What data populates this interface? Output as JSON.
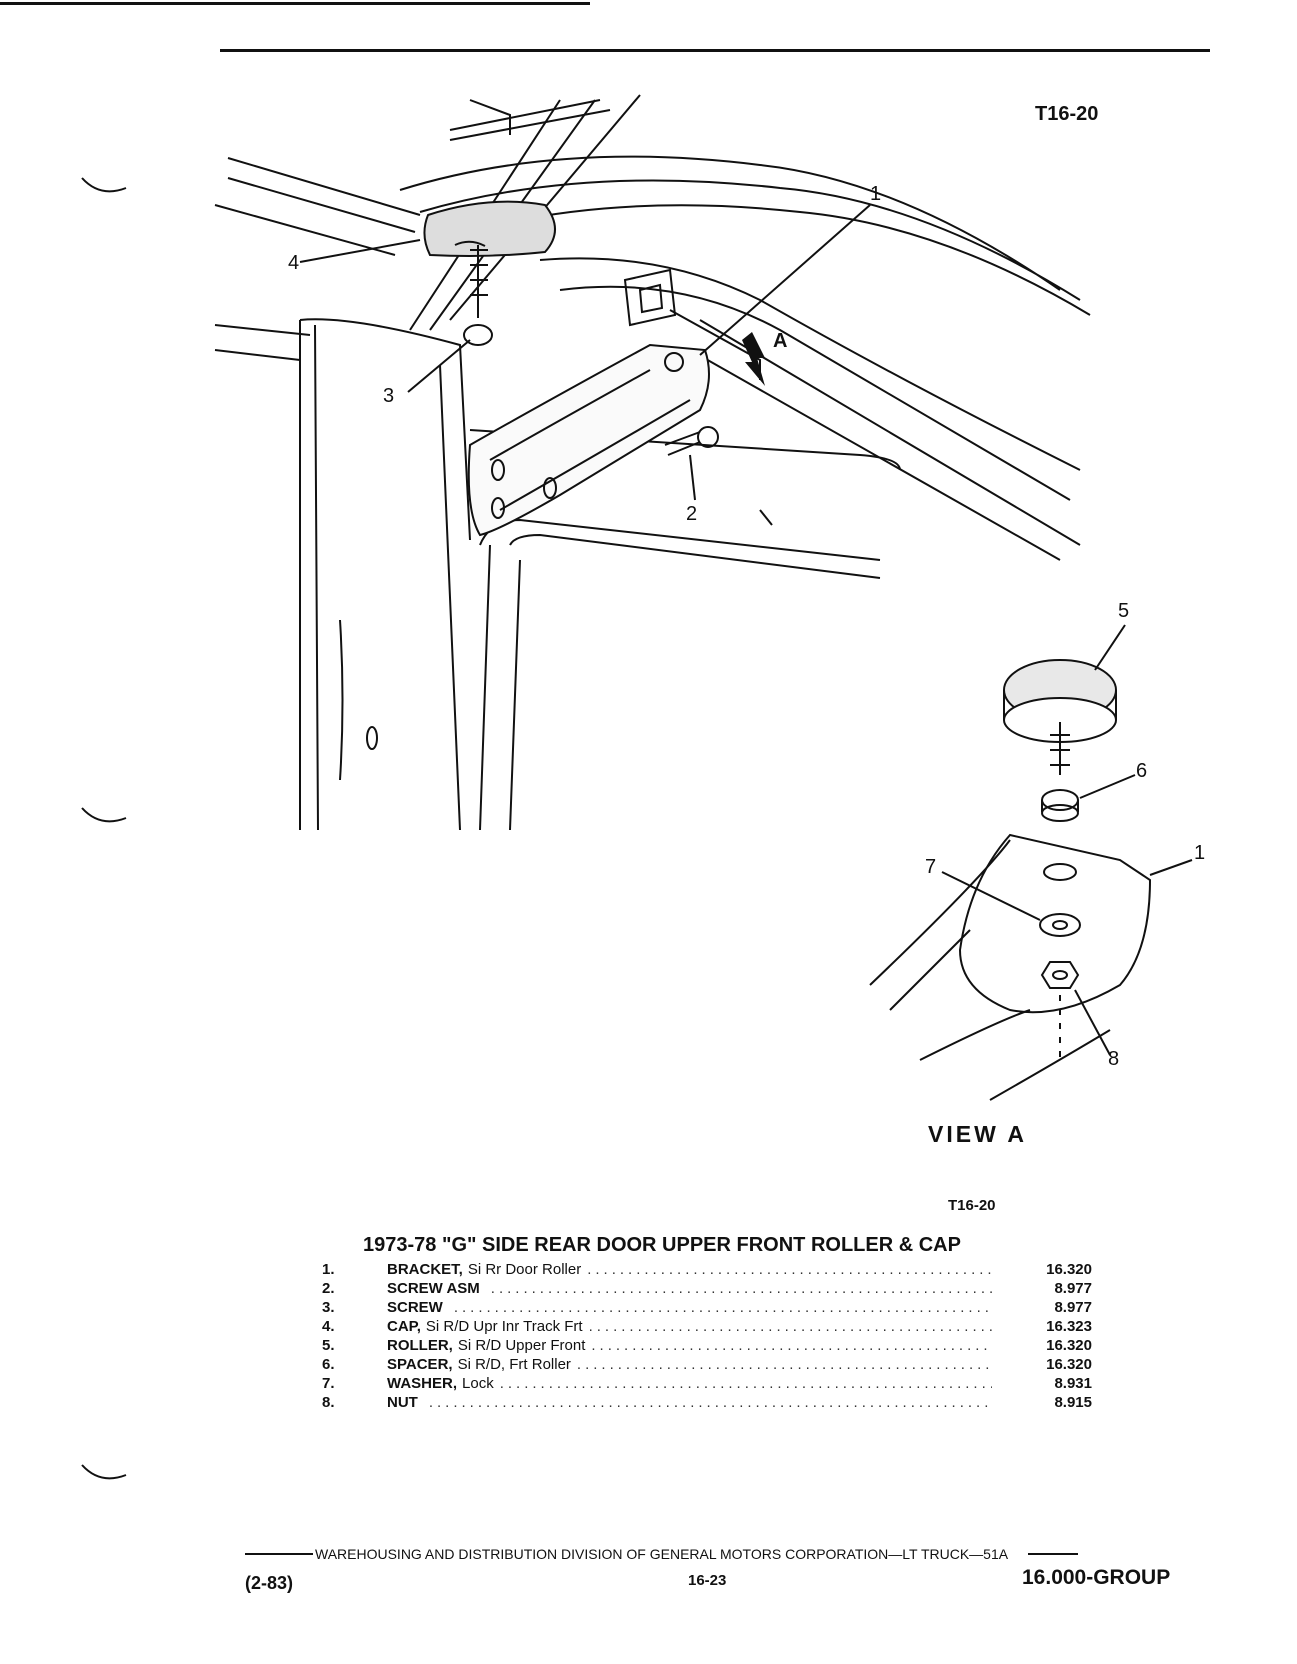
{
  "figure_ref_top": "T16-20",
  "figure_ref_bottom": "T16-20",
  "view_label": "VIEW A",
  "view_marker": "A",
  "callouts": [
    "1",
    "2",
    "3",
    "4",
    "5",
    "6",
    "1",
    "7",
    "8"
  ],
  "title": "1973-78 \"G\" SIDE REAR DOOR UPPER FRONT ROLLER & CAP",
  "parts": [
    {
      "num": "1.",
      "name": "BRACKET,",
      "qualifier": "Si Rr Door Roller",
      "group": "16.320"
    },
    {
      "num": "2.",
      "name": "SCREW ASM",
      "qualifier": "",
      "group": "8.977"
    },
    {
      "num": "3.",
      "name": "SCREW",
      "qualifier": "",
      "group": "8.977"
    },
    {
      "num": "4.",
      "name": "CAP,",
      "qualifier": "Si R/D Upr Inr Track Frt",
      "group": "16.323"
    },
    {
      "num": "5.",
      "name": "ROLLER,",
      "qualifier": "Si R/D Upper Front",
      "group": "16.320"
    },
    {
      "num": "6.",
      "name": "SPACER,",
      "qualifier": "Si R/D, Frt Roller",
      "group": "16.320"
    },
    {
      "num": "7.",
      "name": "WASHER,",
      "qualifier": "Lock",
      "group": "8.931"
    },
    {
      "num": "8.",
      "name": "NUT",
      "qualifier": "",
      "group": "8.915"
    }
  ],
  "footer": {
    "line": "WAREHOUSING AND DISTRIBUTION  DIVISION OF GENERAL MOTORS CORPORATION—LT TRUCK—51A",
    "date": "(2-83)",
    "page": "16-23",
    "group": "16.000-GROUP"
  }
}
